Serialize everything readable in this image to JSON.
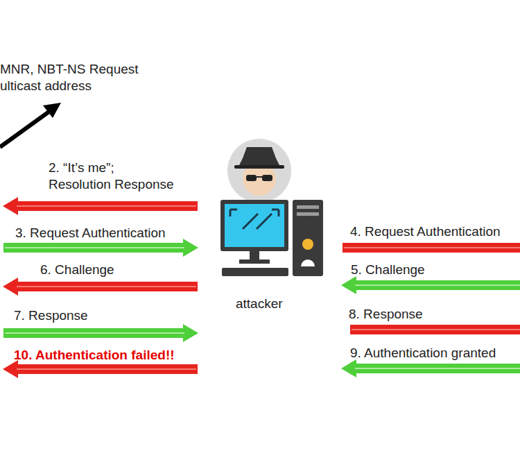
{
  "diagram": {
    "labels": [
      "MNR, NBT-NS Request",
      "ulticast address",
      "2. “It’s me”; Resolution Response",
      "3. Request Authentication",
      "6. Challenge",
      "7. Response",
      "10. Authentication failed!!",
      "attacker",
      "4. Request Authentication",
      "5. Challenge",
      "8. Response",
      "9. Authentication granted"
    ]
  }
}
